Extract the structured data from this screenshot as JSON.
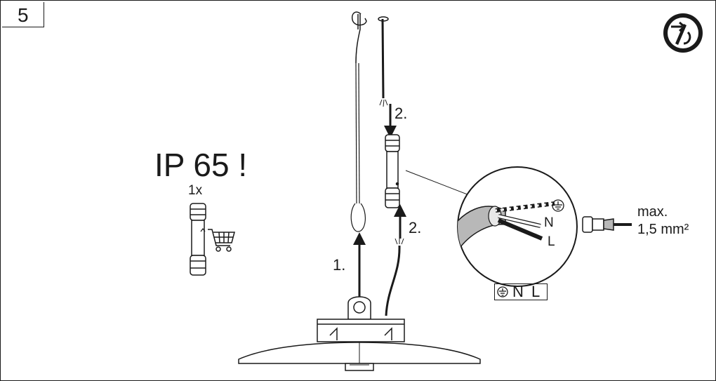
{
  "step_number": "5",
  "warning_text": "IP 65 !",
  "quantity": "1x",
  "step_labels": {
    "first": "1.",
    "second_top": "2.",
    "second_bottom": "2."
  },
  "wiring": {
    "neutral": "N",
    "live": "L"
  },
  "terminal_bar": {
    "neutral": "N",
    "live": "L"
  },
  "wire_spec": {
    "line1": "max.",
    "line2": "1,5 mm²"
  },
  "icons": {
    "disconnect": "power-disconnect-icon",
    "earth": "earth-ground-icon",
    "cart": "shopping-cart-icon"
  },
  "colors": {
    "line": "#1a1a1a",
    "fill": "#ffffff",
    "shade": "#b8b8b8"
  }
}
